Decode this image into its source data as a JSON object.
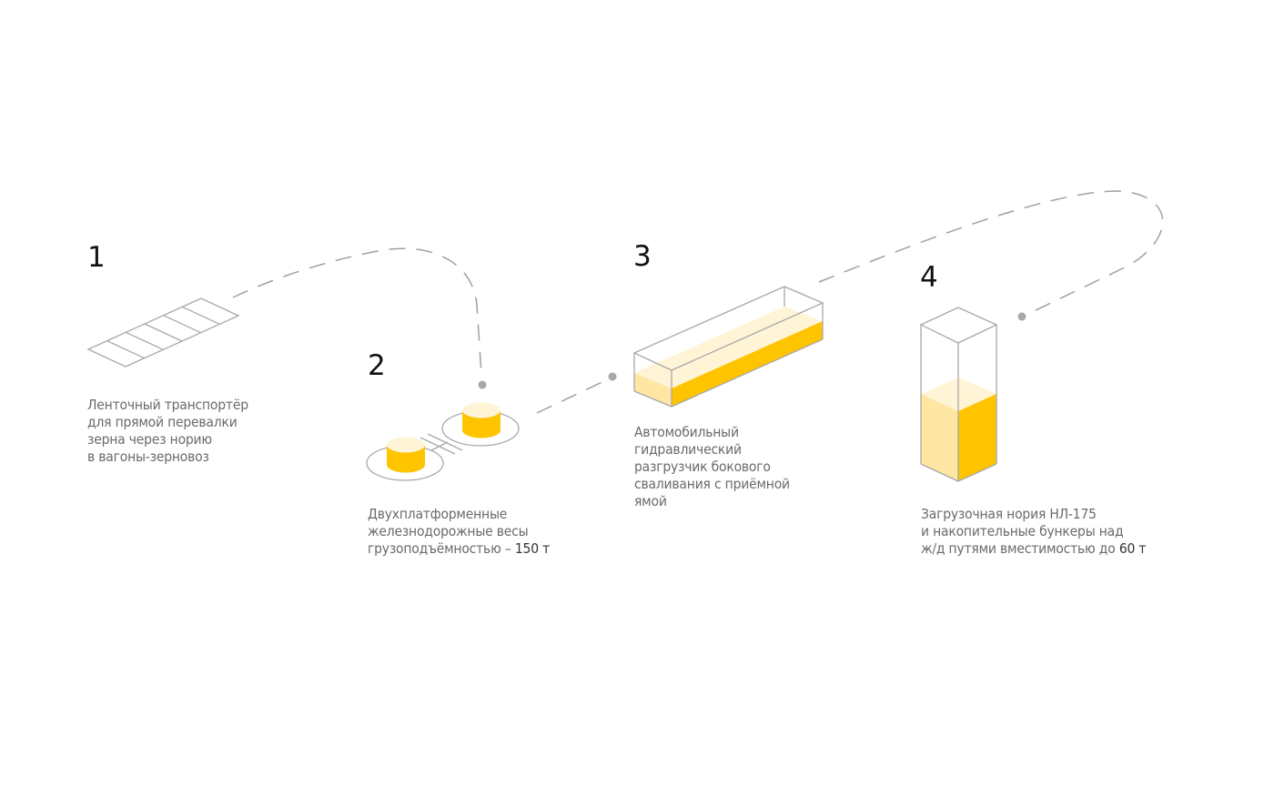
{
  "colors": {
    "yellow": "#ffc400",
    "light_yellow": "#ffe6a3",
    "cream": "#fff4d6",
    "line": "#a8a8a8",
    "dash": "#9e9e9e"
  },
  "steps": [
    {
      "number": "1",
      "lines": [
        "Ленточный транспортёр",
        "для прямой перевалки",
        "зерна через норию",
        "в вагоны-зерновоз"
      ]
    },
    {
      "number": "2",
      "lines": [
        "Двухплатформенные",
        "железнодорожные весы"
      ],
      "last_line_text": "грузоподъёмностью – ",
      "last_line_value": "150 т"
    },
    {
      "number": "3",
      "lines": [
        "Автомобильный",
        "гидравлический",
        "разгрузчик бокового",
        "сваливания с приёмной",
        "ямой"
      ]
    },
    {
      "number": "4",
      "lines": [
        "Загрузочная нория НЛ-175",
        "и накопительные бункеры над"
      ],
      "last_line_text": "ж/д путями вместимостью до ",
      "last_line_value": "60 т"
    }
  ]
}
